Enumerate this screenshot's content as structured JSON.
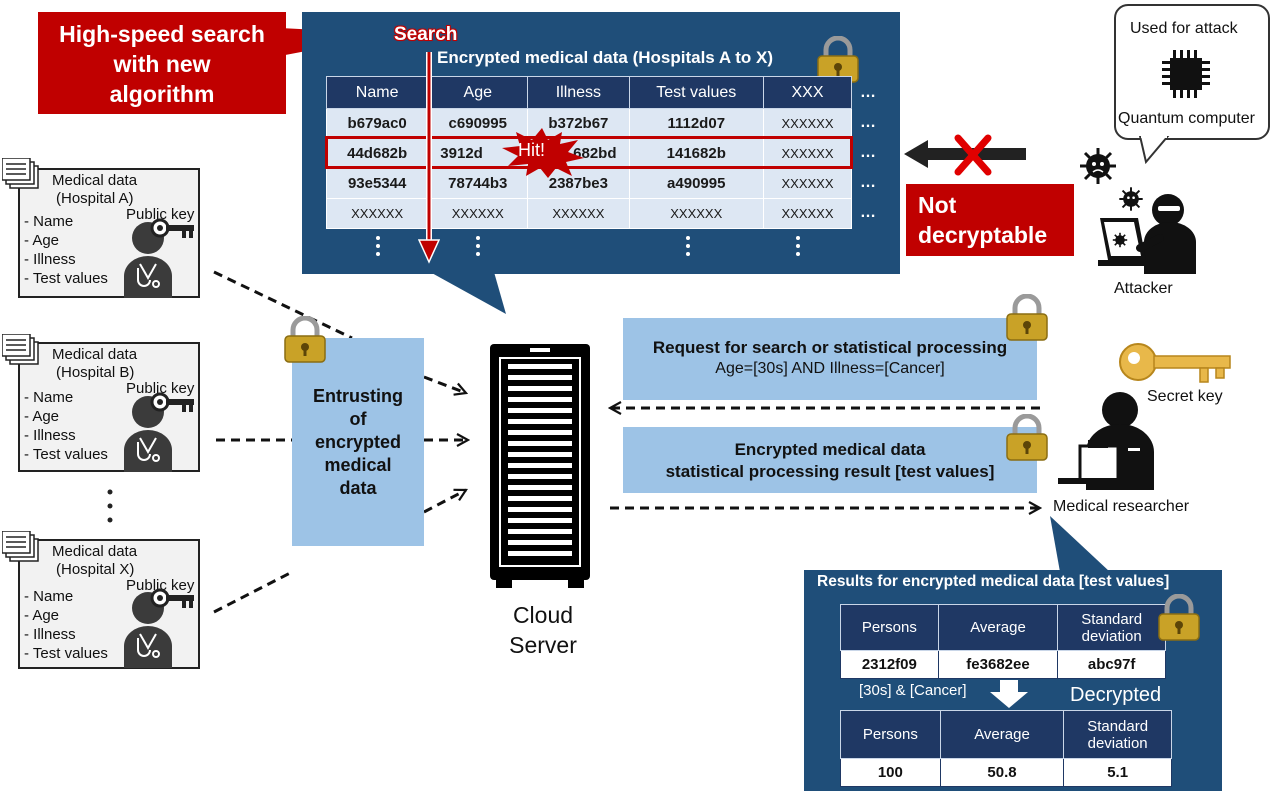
{
  "callout": {
    "line1": "High-speed search",
    "line2": "with new",
    "line3": "algorithm"
  },
  "search_label": "Search",
  "encrypted_panel": {
    "title": "Encrypted medical data (Hospitals A to X)",
    "columns": [
      "Name",
      "Age",
      "Illness",
      "Test values",
      "XXX"
    ],
    "rows": [
      [
        "b679ac0",
        "c690995",
        "b372b67",
        "1112d07",
        "XXXXXX"
      ],
      [
        "44d682b",
        "3912d",
        "682bd",
        "141682b",
        "XXXXXX"
      ],
      [
        "93e5344",
        "78744b3",
        "2387be3",
        "a490995",
        "XXXXXX"
      ],
      [
        "XXXXXX",
        "XXXXXX",
        "XXXXXX",
        "XXXXXX",
        "XXXXXX"
      ]
    ],
    "hit_label": "Hit!",
    "more": "…"
  },
  "hospitals": [
    {
      "title1": "Medical data",
      "title2": "(Hospital A)",
      "key_label": "Public key",
      "fields": [
        "- Name",
        "- Age",
        "- Illness",
        "- Test values"
      ]
    },
    {
      "title1": "Medical data",
      "title2": "(Hospital B)",
      "key_label": "Public key",
      "fields": [
        "- Name",
        "- Age",
        "- Illness",
        "- Test values"
      ]
    },
    {
      "title1": "Medical data",
      "title2": "(Hospital X)",
      "key_label": "Public key",
      "fields": [
        "- Name",
        "- Age",
        "- Illness",
        "- Test values"
      ]
    }
  ],
  "entrusting": {
    "line1": "Entrusting",
    "line2": "of",
    "line3": "encrypted",
    "line4": "medical",
    "line5": "data"
  },
  "server": {
    "line1": "Cloud",
    "line2": "Server"
  },
  "request": {
    "title": "Request for search or statistical processing",
    "query": "Age=[30s] AND Illness=[Cancer]"
  },
  "result": {
    "line1": "Encrypted medical data",
    "line2": "statistical processing result [test values]"
  },
  "not_decryptable": {
    "line1": "Not",
    "line2": "decryptable"
  },
  "quantum": {
    "top": "Used for attack",
    "bottom": "Quantum computer"
  },
  "attacker_label": "Attacker",
  "secret_key_label": "Secret key",
  "researcher_label": "Medical researcher",
  "results_panel": {
    "title": "Results for encrypted medical data [test values]",
    "headers": [
      "Persons",
      "Average",
      "Standard deviation"
    ],
    "encrypted_values": [
      "2312f09",
      "fe3682ee",
      "abc97f"
    ],
    "filter_label": "[30s] & [Cancer]",
    "decrypted_label": "Decrypted",
    "decrypted_values": [
      "100",
      "50.8",
      "5.1"
    ]
  },
  "colors": {
    "dark_blue": "#1f4e79",
    "header_blue": "#1f3864",
    "light_blue": "#9dc3e6",
    "red": "#c00000"
  }
}
